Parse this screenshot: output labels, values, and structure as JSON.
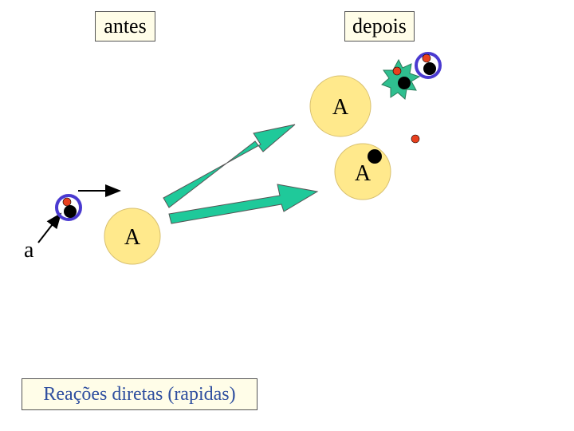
{
  "labels": {
    "before": "antes",
    "after": "depois",
    "caption": "Reações diretas (rapidas)",
    "projectile": "a"
  },
  "nuclei": {
    "target": "A",
    "product_upper": "A",
    "product_lower": "A"
  },
  "colors": {
    "nucleus_fill": "#ffe98c",
    "arrow_fill": "#1fc99a",
    "ring": "#4a3ad0",
    "proton": "#e8401e",
    "neutron": "#000000",
    "burst": "#2fbf8f",
    "label_bg": "#fffde8",
    "caption_text": "#2f4f9f"
  }
}
